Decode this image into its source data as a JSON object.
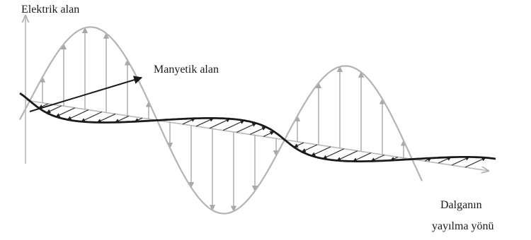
{
  "labels": {
    "electric_field": "Elektrik alan",
    "magnetic_field": "Manyetik alan",
    "direction_line1": "Dalganın",
    "direction_line2": "yayılma yönü"
  },
  "colors": {
    "electric_wave": "#b4b4b4",
    "electric_arrows": "#a8a8a8",
    "axes": "#b8b8b8",
    "magnetic_wave": "#1a1a1a",
    "magnetic_hatch": "#333333",
    "text": "#1a1a1a"
  }
}
